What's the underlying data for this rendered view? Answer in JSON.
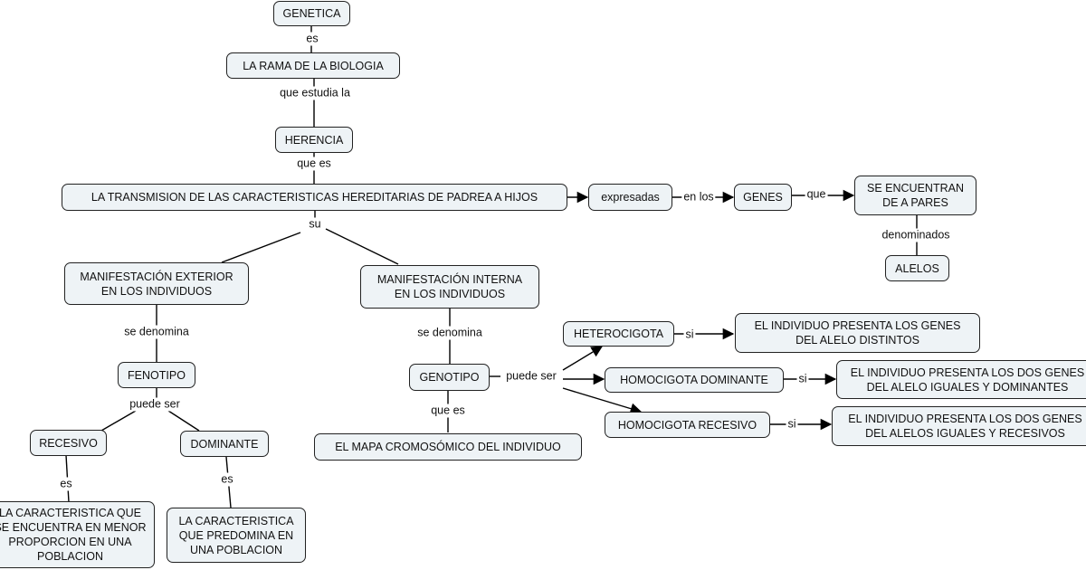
{
  "nodes": {
    "genetica": "GENETICA",
    "rama": "LA RAMA DE LA BIOLOGIA",
    "herencia": "HERENCIA",
    "transmision": "LA TRANSMISION DE LAS CARACTERISTICAS HEREDITARIAS DE PADREA A HIJOS",
    "expresadas": "expresadas",
    "genes": "GENES",
    "pares": "SE ENCUENTRAN\nDE A PARES",
    "alelos": "ALELOS",
    "exterior": "MANIFESTACIÓN EXTERIOR\nEN LOS INDIVIDUOS",
    "interna": "MANIFESTACIÓN INTERNA\nEN LOS INDIVIDUOS",
    "fenotipo": "FENOTIPO",
    "genotipo": "GENOTIPO",
    "recesivo": "RECESIVO",
    "dominante": "DOMINANTE",
    "car_menor": "LA CARACTERISTICA QUE\nSE ENCUENTRA EN MENOR\nPROPORCION EN UNA\nPOBLACION",
    "car_predomina": "LA CARACTERISTICA\nQUE PREDOMINA EN\nUNA POBLACION",
    "mapa": "EL MAPA CROMOSÓMICO  DEL INDIVIDUO",
    "heterocigota": "HETEROCIGOTA",
    "homo_dom": "HOMOCIGOTA DOMINANTE",
    "homo_rec": "HOMOCIGOTA RECESIVO",
    "genes_distintos": "EL INDIVIDUO PRESENTA LOS GENES\nDEL ALELO DISTINTOS",
    "dos_dominantes": "EL INDIVIDUO PRESENTA LOS DOS GENES\nDEL ALELO IGUALES Y DOMINANTES",
    "dos_recesivos": "EL INDIVIDUO PRESENTA LOS DOS GENES\nDEL ALELOS IGUALES Y RECESIVOS"
  },
  "links": {
    "es_1": "es",
    "que_estudia": "que estudia la",
    "que_es_1": "que es",
    "en_los": "en los",
    "que_1": "que",
    "denominados": "denominados",
    "su": "su",
    "se_denomina_1": "se denomina",
    "se_denomina_2": "se denomina",
    "puede_ser_1": "puede ser",
    "es_2": "es",
    "es_3": "es",
    "que_es_2": "que es",
    "puede_ser_2": "puede ser",
    "si_1": "si",
    "si_2": "si",
    "si_3": "si"
  }
}
